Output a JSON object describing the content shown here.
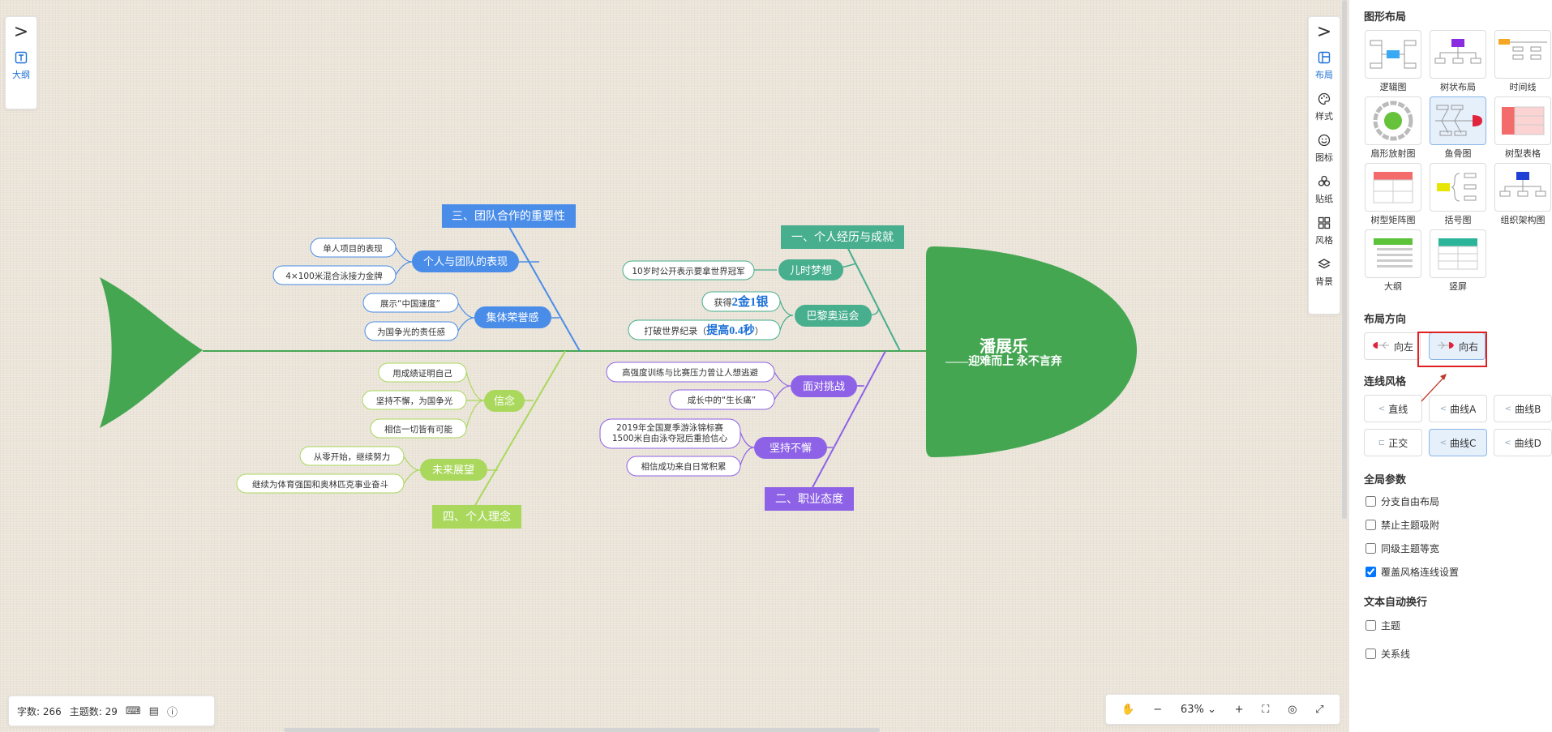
{
  "left_toolbar": {
    "toggle": ">",
    "outline_label": "大纲"
  },
  "right_toolbar": {
    "toggle": ">",
    "items": [
      {
        "label": "布局",
        "icon": "layout-icon"
      },
      {
        "label": "样式",
        "icon": "palette-icon"
      },
      {
        "label": "图标",
        "icon": "smiley-icon"
      },
      {
        "label": "贴纸",
        "icon": "sticker-icon"
      },
      {
        "label": "风格",
        "icon": "grid-style-icon"
      },
      {
        "label": "背景",
        "icon": "layers-icon"
      }
    ]
  },
  "status_bar": {
    "word_count": "字数: 266",
    "topic_count": "主题数: 29"
  },
  "zoom": {
    "level": "63%",
    "minus": "−",
    "plus": "+"
  },
  "sidebar": {
    "layout_title": "图形布局",
    "layouts": [
      "逻辑图",
      "树状布局",
      "时间线",
      "扇形放射图",
      "鱼骨图",
      "树型表格",
      "树型矩阵图",
      "括号图",
      "组织架构图",
      "大纲",
      "竖屏"
    ],
    "direction_title": "布局方向",
    "directions": [
      "向左",
      "向右"
    ],
    "line_style_title": "连线风格",
    "line_styles": [
      "直线",
      "曲线A",
      "曲线B",
      "正交",
      "曲线C",
      "曲线D"
    ],
    "global_title": "全局参数",
    "global_options": [
      {
        "label": "分支自由布局",
        "checked": false
      },
      {
        "label": "禁止主题吸附",
        "checked": false
      },
      {
        "label": "同级主题等宽",
        "checked": false
      },
      {
        "label": "覆盖风格连线设置",
        "checked": true
      }
    ],
    "wrap_title": "文本自动换行",
    "wrap_options": [
      {
        "label": "主题",
        "checked": false
      },
      {
        "label": "关系线",
        "checked": false
      }
    ]
  },
  "mindmap": {
    "head_title": "潘展乐",
    "head_subtitle": "——迎难而上  永不言弃",
    "colors": {
      "head": "#45a652",
      "spine": "#45a652",
      "blue": "#4a8de8",
      "teal": "#47ae8e",
      "lime": "#a9d85c",
      "purple": "#8e62e6"
    },
    "branches": {
      "b1": {
        "title": "一、个人经历与成就",
        "subs": [
          {
            "label": "儿时梦想",
            "leaves": [
              "10岁时公开表示要拿世界冠军"
            ]
          },
          {
            "label": "巴黎奥运会",
            "leaves": [
              {
                "pre": "获得",
                "em": "2金1银",
                "post": ""
              },
              {
                "pre": "打破世界纪录（",
                "em": "提高0.4秒",
                "post": "）"
              }
            ]
          }
        ]
      },
      "b2": {
        "title": "二、职业态度",
        "subs": [
          {
            "label": "面对挑战",
            "leaves": [
              "高强度训练与比赛压力曾让人想逃避",
              "成长中的“生长痛”"
            ]
          },
          {
            "label": "坚持不懈",
            "leaves": [
              [
                "2019年全国夏季游泳锦标赛",
                "1500米自由泳夺冠后重拾信心"
              ],
              "相信成功来自日常积累"
            ]
          }
        ]
      },
      "b3": {
        "title": "三、团队合作的重要性",
        "subs": [
          {
            "label": "个人与团队的表现",
            "leaves": [
              "单人项目的表现",
              "4×100米混合泳接力金牌"
            ]
          },
          {
            "label": "集体荣誉感",
            "leaves": [
              "展示“中国速度”",
              "为国争光的责任感"
            ]
          }
        ]
      },
      "b4": {
        "title": "四、个人理念",
        "subs": [
          {
            "label": "信念",
            "leaves": [
              "用成绩证明自己",
              "坚持不懈，为国争光",
              "相信一切皆有可能"
            ]
          },
          {
            "label": "未来展望",
            "leaves": [
              "从零开始，继续努力",
              "继续为体育强国和奥林匹克事业奋斗"
            ]
          }
        ]
      }
    }
  }
}
